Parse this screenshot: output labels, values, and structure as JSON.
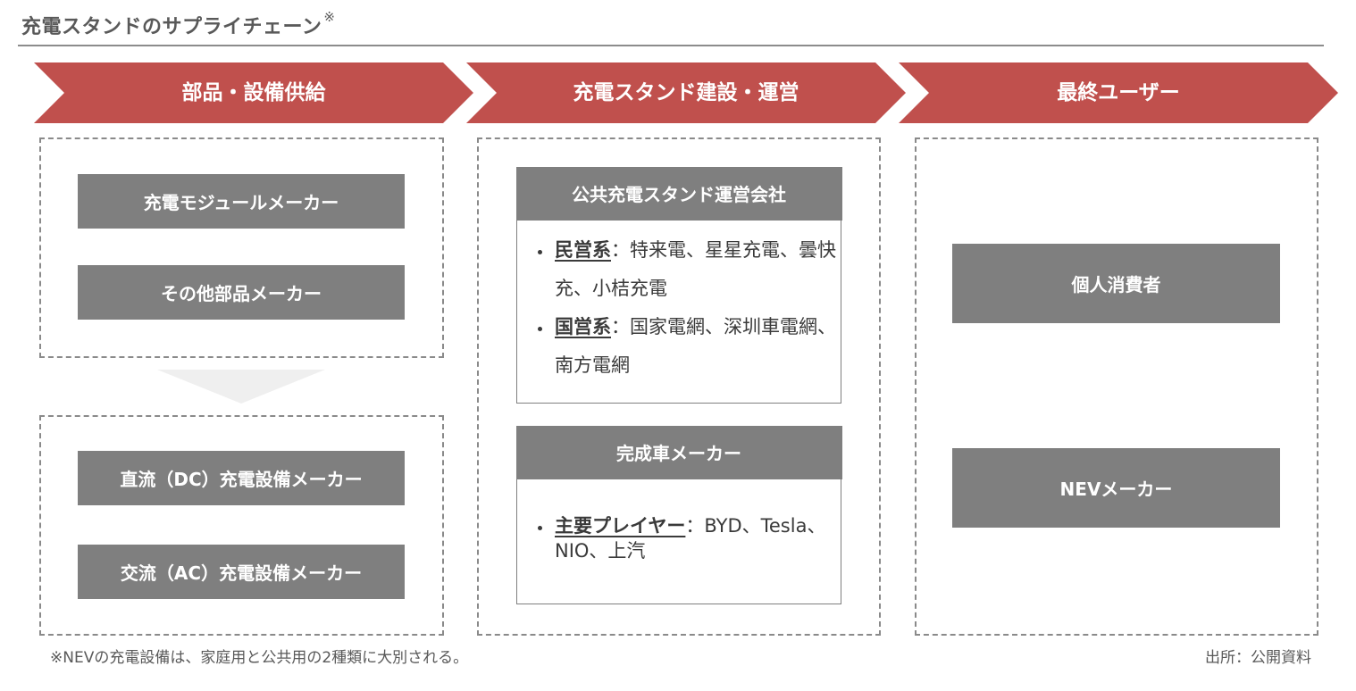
{
  "title": {
    "text": "充電スタンドのサプライチェーン",
    "mark": "※"
  },
  "colors": {
    "chevron": "#c0504d",
    "box": "#7f7f7f",
    "dash": "#8a8a8a"
  },
  "stages": [
    {
      "label": "部品・設備供給"
    },
    {
      "label": "充電スタンド建設・運営"
    },
    {
      "label": "最終ユーザー"
    }
  ],
  "supply": {
    "upper": [
      "充電モジュールメーカー",
      "その他部品メーカー"
    ],
    "lower": [
      "直流（DC）充電設備メーカー",
      "交流（AC）充電設備メーカー"
    ]
  },
  "operators": {
    "public": {
      "header": "公共充電スタンド運営会社",
      "items": [
        {
          "key": "民営系",
          "sep": "：",
          "text": "特来電、星星充電、曇快充、小桔充電"
        },
        {
          "key": "国営系",
          "sep": "：",
          "text": "国家電網、深圳車電網、南方電網"
        }
      ]
    },
    "oem": {
      "header": "完成車メーカー",
      "items": [
        {
          "key": "主要プレイヤー",
          "sep": "：",
          "text": "BYD、Tesla、NIO、上汽"
        }
      ]
    }
  },
  "users": [
    "個人消費者",
    "NEVメーカー"
  ],
  "footnote": "※NEVの充電設備は、家庭用と公共用の2種類に大別される。",
  "source": "出所：公開資料"
}
